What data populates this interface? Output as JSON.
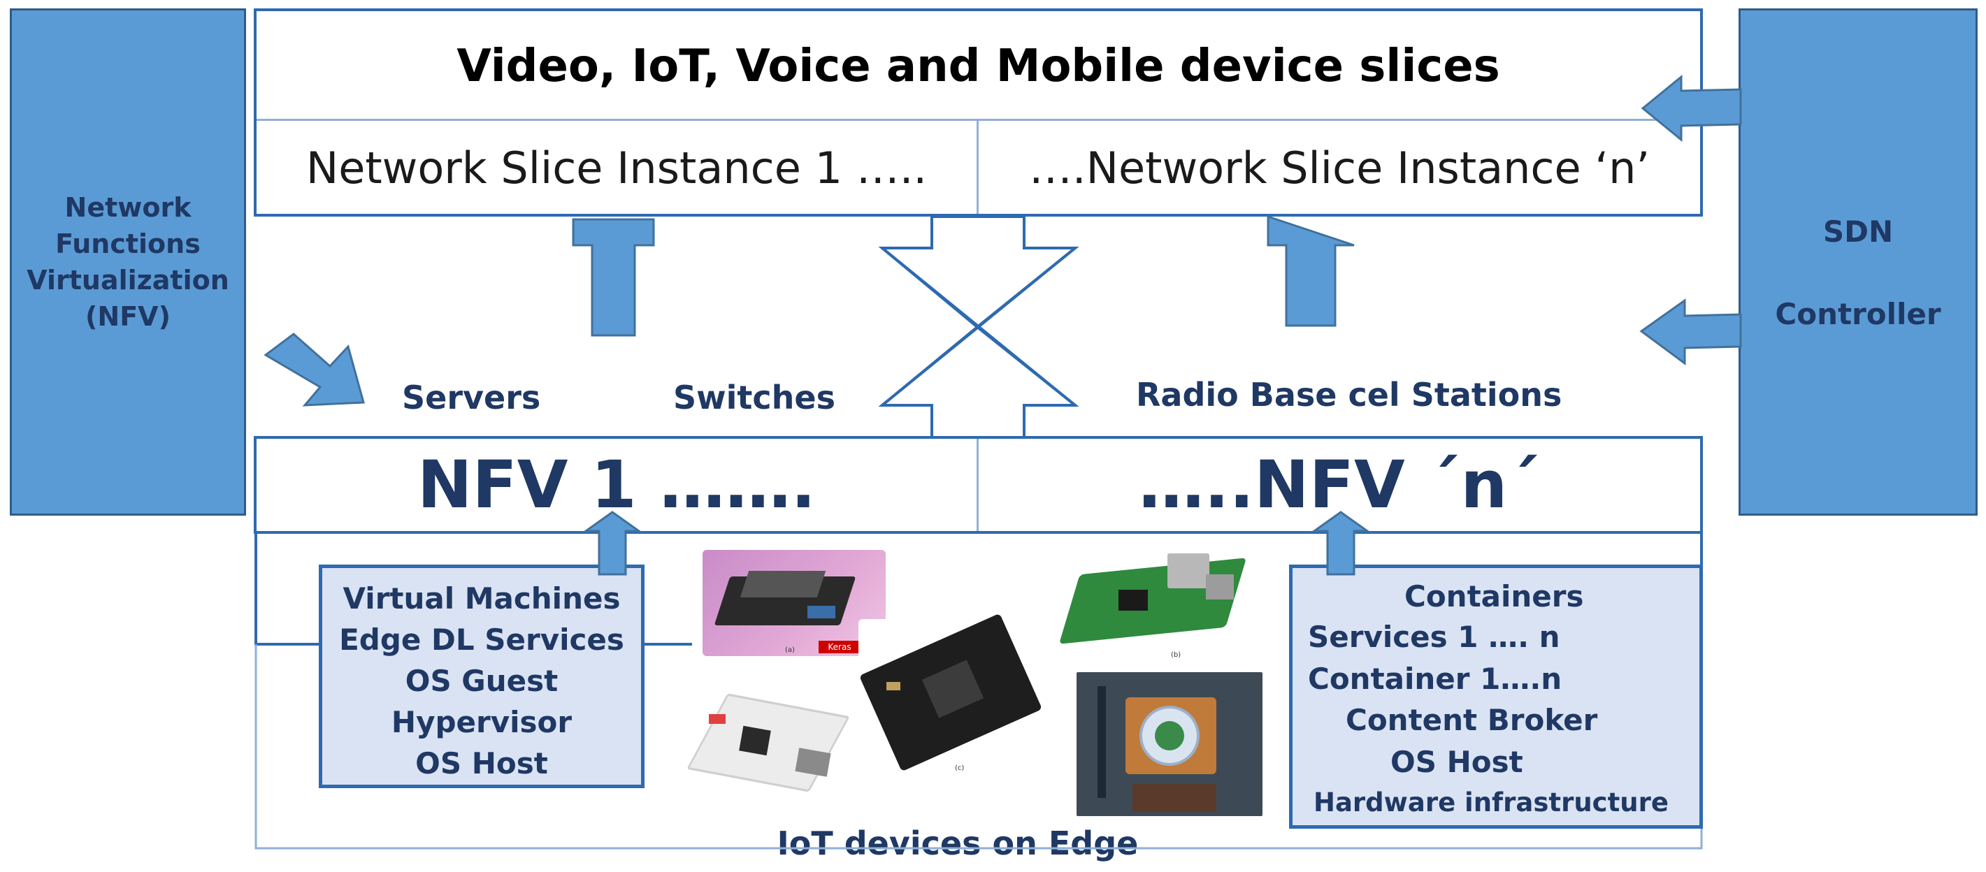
{
  "left_panel": {
    "lines": [
      "Network",
      "Functions",
      "Virtualization",
      "(NFV)"
    ]
  },
  "right_panel": {
    "line1": "SDN",
    "line2": "Controller"
  },
  "slices": {
    "header": "Video, IoT, Voice and Mobile device slices",
    "instance_1": "Network Slice Instance 1 …..",
    "instance_n": "….Network Slice Instance ‘n’"
  },
  "infrastructure_labels": {
    "servers": "Servers",
    "switches": "Switches",
    "radio": "Radio Base cel Stations"
  },
  "nfv": {
    "nfv_1": "NFV 1 …….",
    "nfv_n": "…..NFV ´n´"
  },
  "vm_stack": [
    "Virtual Machines",
    "Edge DL Services",
    "OS Guest",
    "Hypervisor",
    "OS Host"
  ],
  "container_stack": [
    "Containers",
    "Services 1 …. n",
    "Container 1….n",
    "Content Broker",
    "OS Host",
    "Hardware infrastructure"
  ],
  "edge_label": "IoT devices on Edge",
  "device_images": [
    {
      "name": "jetson-board",
      "caption": "(a)",
      "badge": "Keras"
    },
    {
      "name": "raspberry-pi-board",
      "caption": "(b)"
    },
    {
      "name": "rockchip-board",
      "caption": "(c)"
    },
    {
      "name": "pine-board",
      "caption": ""
    },
    {
      "name": "fan-cooled-board",
      "caption": ""
    }
  ],
  "colors": {
    "panel_fill": "#5b9bd5",
    "border_blue": "#2e6ab0",
    "text_navy": "#1f3864",
    "stack_fill": "#dae3f3",
    "arrow_fill": "#5b9bd5"
  }
}
